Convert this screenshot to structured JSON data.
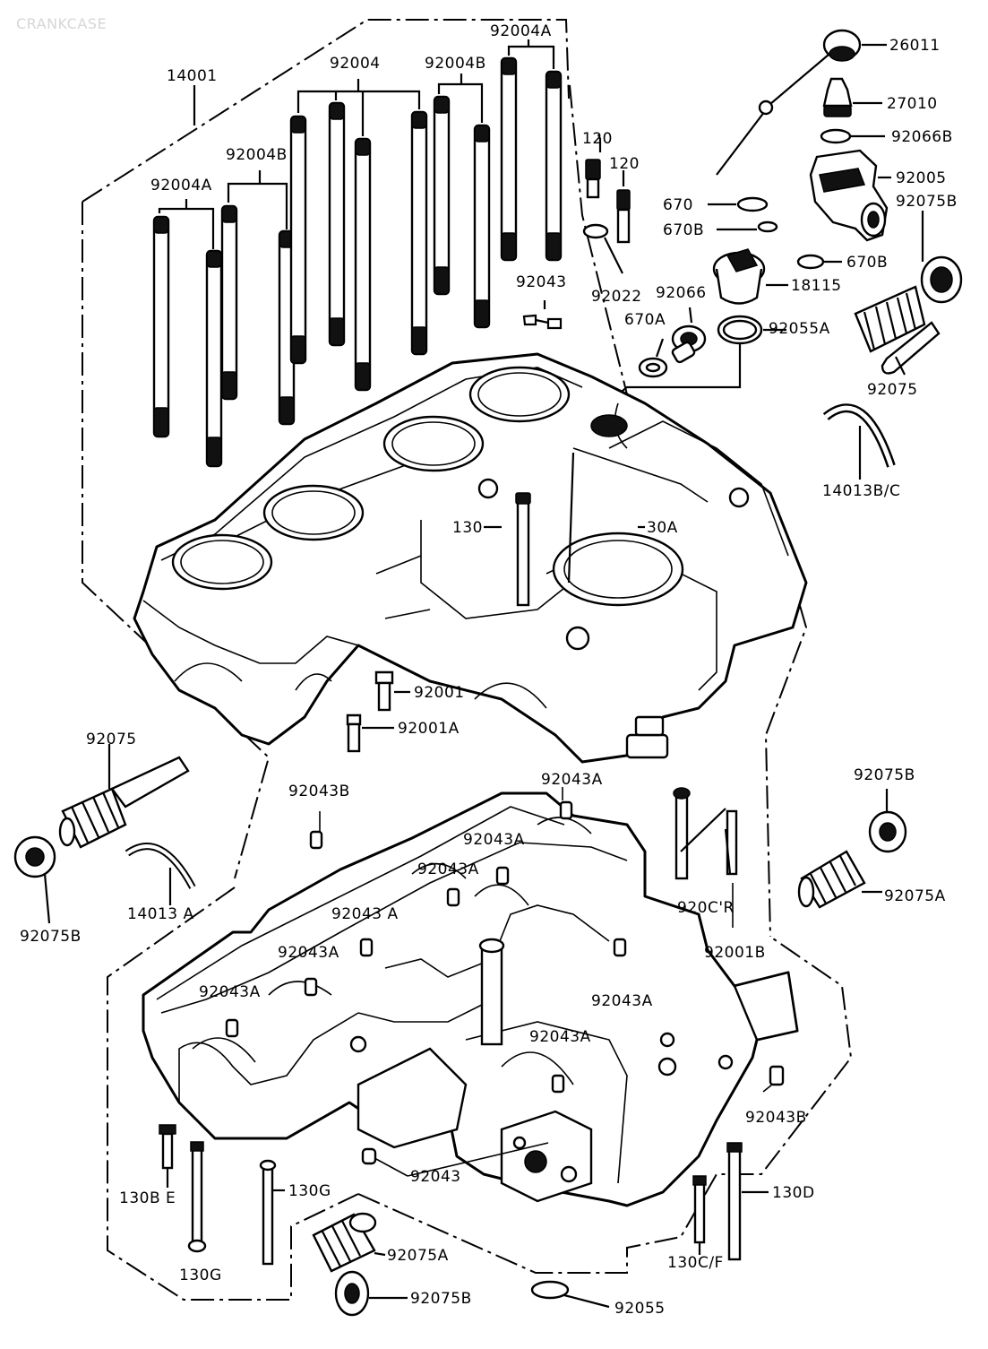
{
  "header": {
    "title": "CRANKCASE"
  },
  "labels": {
    "l14001": "14001",
    "l92004": "92004",
    "l92004A_top": "92004A",
    "l92004B_top": "92004B",
    "l92004B_left": "92004B",
    "l92004A_left": "92004A",
    "l120a": "120",
    "l120b": "120",
    "l92043_top": "92043",
    "l92022": "92022",
    "l92066": "92066",
    "l670A": "670A",
    "l670": "670",
    "l670B_a": "670B",
    "l670B_b": "670B",
    "l18115": "18115",
    "l92055A": "92055A",
    "l26011": "26011",
    "l27010": "27010",
    "l92066B": "92066B",
    "l92005": "92005",
    "l92075B_r": "92075B",
    "l92075_r": "92075",
    "l14013BC": "14013B/C",
    "l130": "130",
    "l130A": "30A",
    "l92001": "92001",
    "l92001A": "92001A",
    "l92075_l": "92075",
    "l92075B_l": "92075B",
    "l14013A": "14013 A",
    "l92043B_top": "92043B",
    "l92043A_1": "92043A",
    "l92043A_2": "92043A",
    "l92043A_3": "92043A",
    "l92043A_4": "92043 A",
    "l92043A_5": "92043A",
    "l92043A_6": "92043A",
    "l92043A_7": "92043A",
    "l92043A_8": "92043A",
    "l92001B_a": "920C'R",
    "l92001B_b": "92001B",
    "l92075B_r2": "92075B",
    "l92075A_r": "92075A",
    "l92043B_r": "92043B",
    "l130BE": "130B E",
    "l130G_a": "130G",
    "l130G_b": "130G",
    "l92043_bot": "92043",
    "l130D": "130D",
    "l130CF": "130C/F",
    "l92075A_b": "92075A",
    "l92075B_b": "92075B",
    "l92055": "92055"
  }
}
